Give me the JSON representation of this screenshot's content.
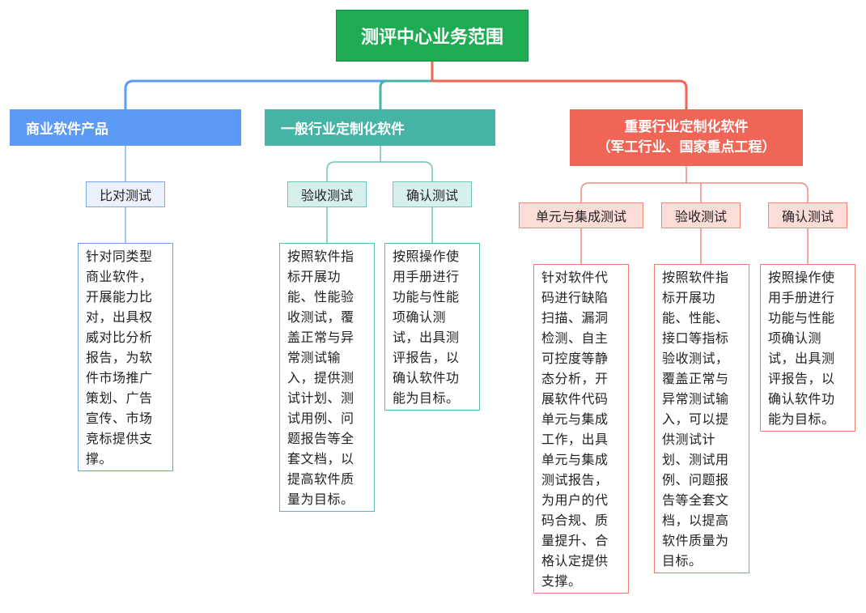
{
  "root": {
    "title": "测评中心业务范围"
  },
  "categories": [
    {
      "label": "商业软件产品",
      "tests": [
        {
          "label": "比对测试",
          "description": "针对同类型\n商业软件，\n开展能力比\n对，出具权\n威对比分析\n报告，为软\n件市场推广\n策划、广告\n宣传、市场\n竞标提供支\n撑。"
        }
      ]
    },
    {
      "label": "一般行业定制化软件",
      "tests": [
        {
          "label": "验收测试",
          "description": "按照软件指\n标开展功\n能、性能验\n收测试，覆\n盖正常与异\n常测试输\n入，提供测\n试计划、测\n试用例、问\n题报告等全\n套文档，以\n提高软件质\n量为目标。"
        },
        {
          "label": "确认测试",
          "description": "按照操作使\n用手册进行\n功能与性能\n项确认测\n试，出具测\n评报告，以\n确认软件功\n能为目标。"
        }
      ]
    },
    {
      "label_line1": "重要行业定制化软件",
      "label_line2": "（军工行业、国家重点工程）",
      "tests": [
        {
          "label": "单元与集成测试",
          "description": "针对软件代\n码进行缺陷\n扫描、漏洞\n检测、自主\n可控度等静\n态分析，开\n展软件代码\n单元与集成\n工作，出具\n单元与集成\n测试报告，\n为用户的代\n码合规、质\n量提升、合\n格认定提供\n支撑。"
        },
        {
          "label": "验收测试",
          "description": "按照软件指\n标开展功\n能、性能、\n接口等指标\n验收测试，\n覆盖正常与\n异常测试输\n入，可以提\n供测试计\n划、测试用\n例、问题报\n告等全套文\n档，以提高\n软件质量为\n目标。"
        },
        {
          "label": "确认测试",
          "description": "按照操作使\n用手册进行\n功能与性能\n项确认测\n试，出具测\n评报告，以\n确认软件功\n能为目标。"
        }
      ]
    }
  ],
  "colors": {
    "root": "#1fab54",
    "commercial": "#5b9bf5",
    "general": "#45b3a6",
    "important": "#f06656"
  }
}
